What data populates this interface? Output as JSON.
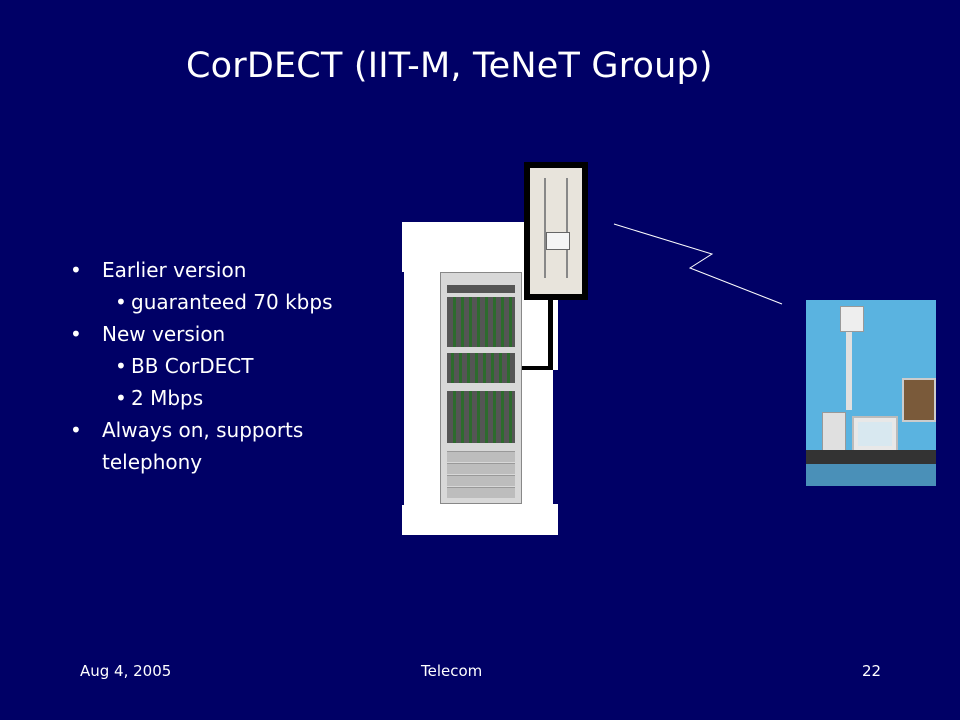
{
  "slide": {
    "title": "CorDECT (IIT-M, TeNeT Group)",
    "bullets": [
      {
        "level": 1,
        "text": "Earlier version"
      },
      {
        "level": 2,
        "text": "guaranteed 70 kbps"
      },
      {
        "level": 1,
        "text": "New version"
      },
      {
        "level": 2,
        "text": "BB CorDECT"
      },
      {
        "level": 2,
        "text": "2 Mbps"
      },
      {
        "level": 1,
        "text": "Always on, supports"
      },
      {
        "level": 0,
        "text": "telephony"
      }
    ],
    "bullet_glyph": "•"
  },
  "images": {
    "rack": "equipment-rack-photo",
    "antenna": "antenna-photo",
    "user_site": "user-site-photo",
    "link": "wireless-link-icon"
  },
  "footer": {
    "date": "Aug 4, 2005",
    "center": "Telecom",
    "page": "22"
  },
  "colors": {
    "background": "#000066",
    "text": "#ffffff"
  }
}
